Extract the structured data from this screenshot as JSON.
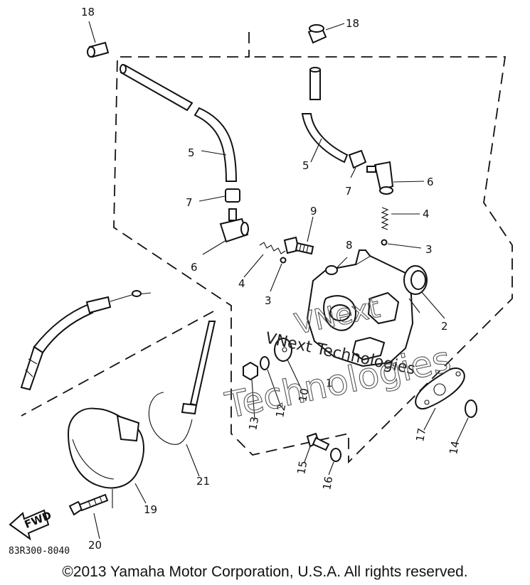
{
  "callouts": [
    "18",
    "18",
    "5",
    "5",
    "7",
    "7",
    "6",
    "6",
    "9",
    "4",
    "4",
    "3",
    "3",
    "8",
    "2",
    "1",
    "10",
    "12",
    "13",
    "17",
    "14",
    "15",
    "16",
    "21",
    "19",
    "20"
  ],
  "watermark_primary": "VNext Technologies",
  "watermark_line1": "VNext",
  "watermark_line2": "Technologies",
  "fwd_label": "FWD",
  "doc_code": "83R300-8040",
  "copyright": "©2013 Yamaha Motor Corporation, U.S.A. All rights reserved."
}
